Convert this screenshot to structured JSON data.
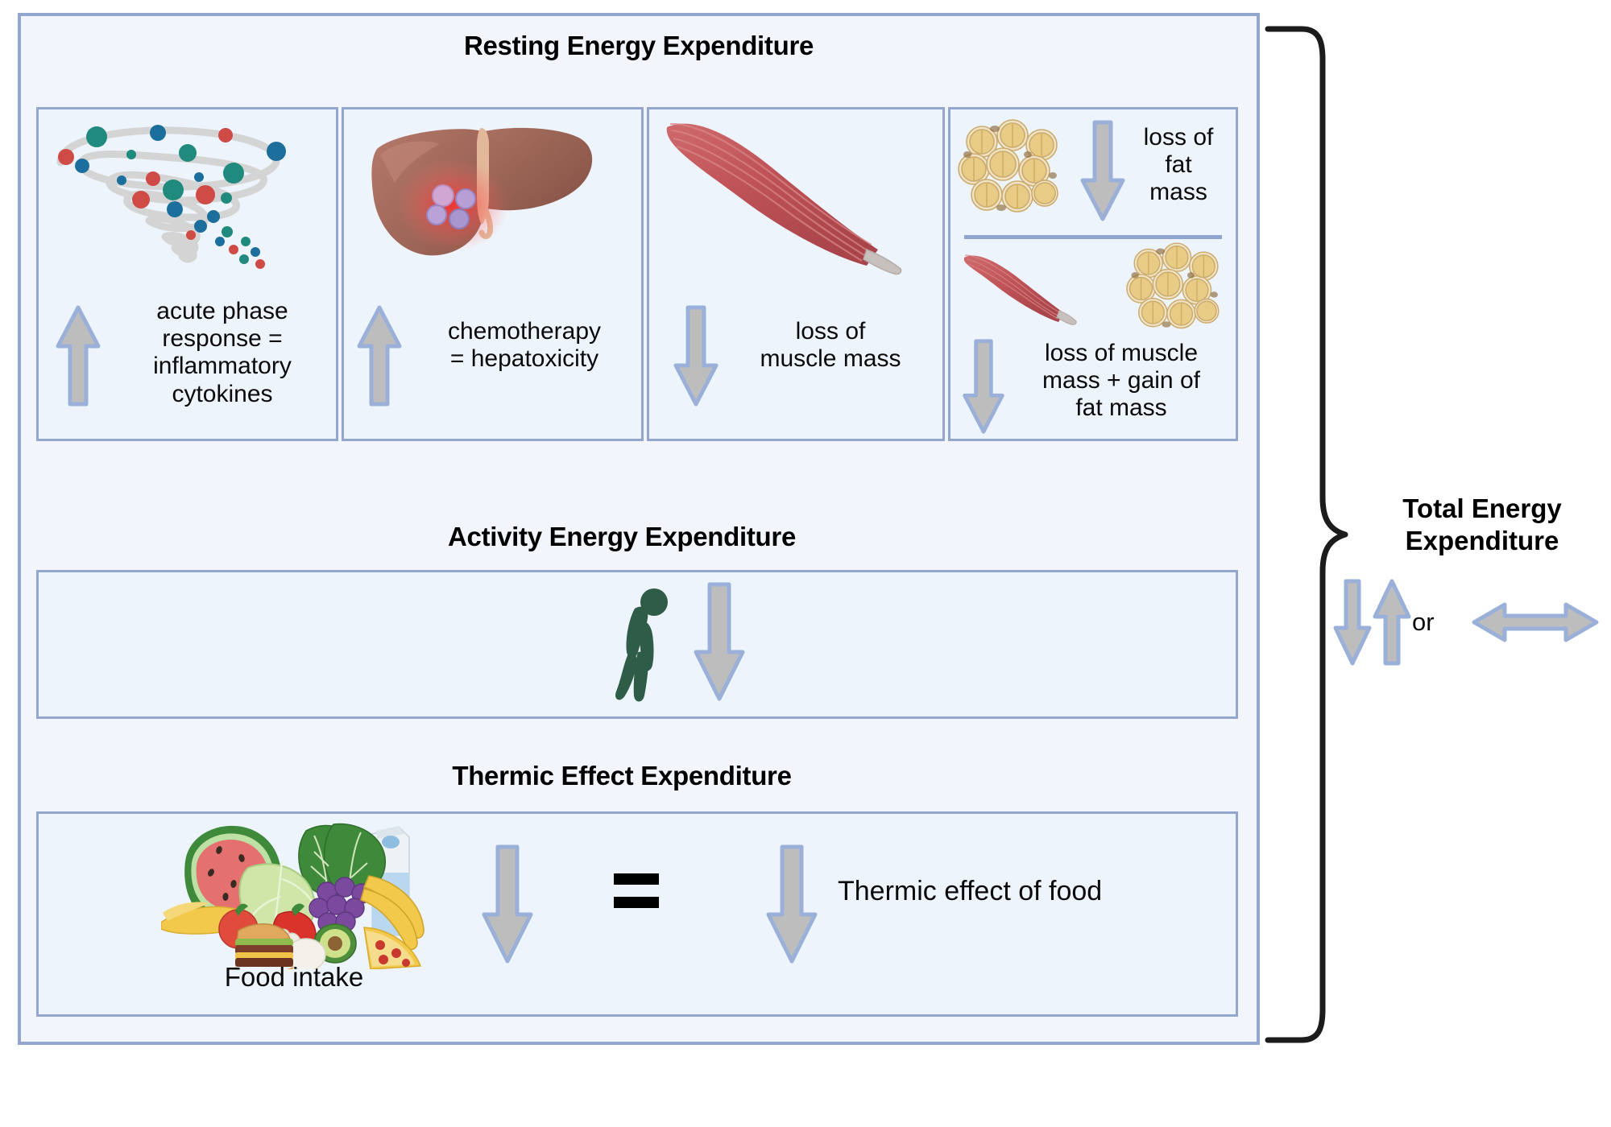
{
  "diagram": {
    "title_ree": "Resting Energy Expenditure",
    "title_aee": "Activity Energy Expenditure",
    "title_tee_section": "Thermic Effect Expenditure",
    "total_label": "Total Energy\nExpenditure",
    "or_label": "or"
  },
  "ree_cards": [
    {
      "name": "cytokine-storm",
      "icon": "cytokine-spiral-icon",
      "arrow": "up-arrow-icon",
      "arrow_direction": "up",
      "label": "acute phase\nresponse =\ninflammatory\ncytokines"
    },
    {
      "name": "liver-hepatotoxicity",
      "icon": "liver-icon",
      "arrow": "up-arrow-icon",
      "arrow_direction": "up",
      "label": "chemotherapy\n= hepatoxicity"
    },
    {
      "name": "muscle-loss",
      "icon": "muscle-icon",
      "arrow": "down-arrow-icon",
      "arrow_direction": "down",
      "label": "loss of\nmuscle mass"
    }
  ],
  "fat_card": {
    "top": {
      "icon": "fat-cells-icon",
      "arrow": "down-arrow-icon",
      "arrow_direction": "down",
      "label": "loss of\nfat\nmass"
    },
    "bottom": {
      "icons": [
        "muscle-icon",
        "fat-cells-icon"
      ],
      "arrow": "down-arrow-icon",
      "arrow_direction": "down",
      "label": "loss of muscle\nmass + gain of\nfat mass"
    }
  },
  "activity": {
    "icon": "walking-person-icon",
    "arrow": "down-arrow-icon",
    "arrow_direction": "down"
  },
  "thermic": {
    "food_icon": "food-pile-icon",
    "food_label": "Food intake",
    "arrow_left": "down-arrow-icon",
    "equals": "=",
    "arrow_right": "down-arrow-icon",
    "result_label": "Thermic effect of food"
  },
  "total_energy": {
    "arrows": [
      "down-arrow-icon",
      "up-arrow-icon",
      "double-headed-horizontal-arrow-icon"
    ],
    "bracket": "right-curly-brace"
  },
  "colors": {
    "panel_bg": "#f2f6fc",
    "card_bg": "#eef4fc",
    "border_blue": "#93a6ce",
    "arrow_fill": "#bdbdbd",
    "arrow_stroke": "#9ab0d8",
    "tee_arrow_fill": "#c2c2c2",
    "tee_arrow_stroke": "#9ab0d8",
    "muscle_red": "#c04d52",
    "fat_yellow": "#e8cc86",
    "liver_brown": "#a06a5c",
    "walker_green": "#2f5c46",
    "cytokine_teal": "#1f8a7d",
    "cytokine_red": "#cf4b45",
    "cytokine_blue": "#1c6f9c",
    "spiral_gray": "#d4d4d4",
    "text_black": "#0a0a0a"
  }
}
